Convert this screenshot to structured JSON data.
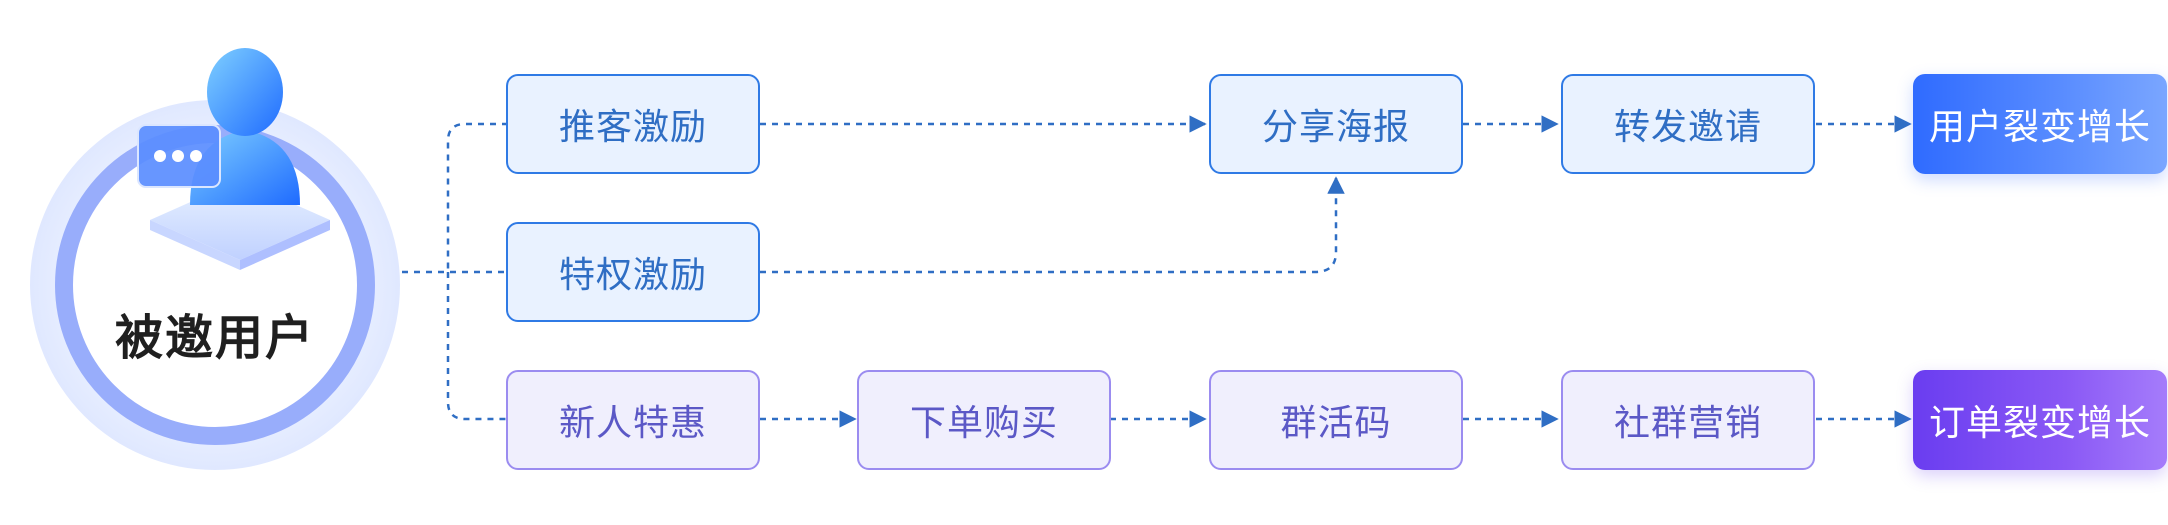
{
  "hub": {
    "label": "被邀用户",
    "icon": "user-chat-icon"
  },
  "nodes": {
    "referral": "推客激励",
    "privilege": "特权激励",
    "newcomer": "新人特惠",
    "share_poster": "分享海报",
    "forward_invite": "转发邀请",
    "user_growth": "用户裂变增长",
    "place_order": "下单购买",
    "group_qr": "群活码",
    "community_marketing": "社群营销",
    "order_growth": "订单裂变增长"
  },
  "colors": {
    "blue_border": "#2f7ae5",
    "purple_border": "#9b8cf0",
    "connector": "#2f6ec4",
    "blue_target": "#3a6eff",
    "purple_target": "#7a4cf2"
  }
}
